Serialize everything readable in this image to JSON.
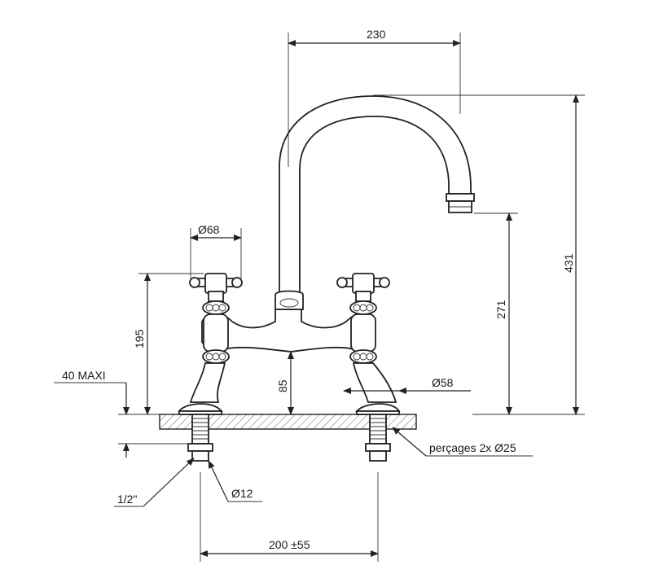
{
  "dimensions": {
    "spout_reach": "230",
    "total_height": "431",
    "spout_height": "271",
    "tap_height": "195",
    "handle_diameter": "Ø68",
    "body_height": "85",
    "base_diameter": "Ø58",
    "max_thickness": "40 MAXI",
    "thread": "1/2\"",
    "pipe_diameter": "Ø12",
    "drillings": "perçages 2x  Ø25",
    "center_distance": "200 ±55"
  }
}
